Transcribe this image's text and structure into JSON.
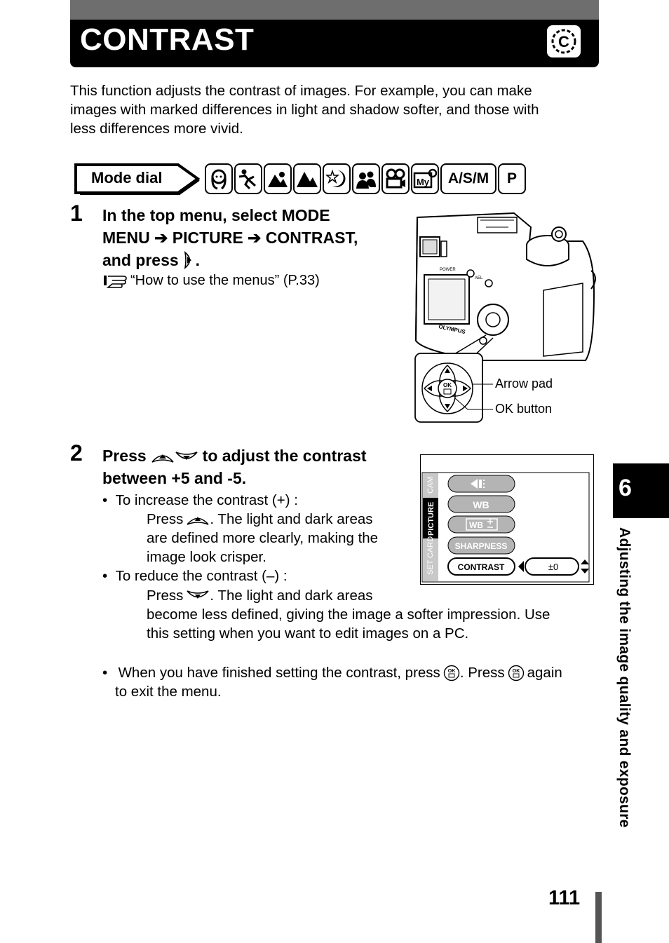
{
  "header": {
    "title": "CONTRAST"
  },
  "intro": {
    "lines": [
      "This function adjusts the contrast of images. For example, you can make",
      "images with marked differences in light and shadow softer, and those with",
      "less differences more vivid."
    ]
  },
  "mode_dial": {
    "label": "Mode dial",
    "icons": [
      "portrait-icon",
      "sports-icon",
      "landscape-portrait-icon",
      "landscape-icon",
      "night-scene-icon",
      "self-portrait-icon",
      "movie-icon",
      "my-mode-icon"
    ],
    "asm": "A/S/M",
    "p": "P"
  },
  "step1": {
    "number": "1",
    "line1": "In the top menu, select MODE",
    "line2": "MENU ➔ PICTURE ➔ CONTRAST,",
    "line3": "and press",
    "period": ".",
    "ref": "“How to use the menus” (P.33)"
  },
  "camera": {
    "brand": "OLYMPUS",
    "power": "POWER",
    "ael": "AEL",
    "ok": "OK",
    "arrow_pad": "Arrow pad",
    "ok_button": "OK button"
  },
  "step2": {
    "number": "2",
    "line1_pre": "Press",
    "line1_post": "to adjust the contrast",
    "line2": "between +5 and -5.",
    "increase_title": "To increase the contrast (+) :",
    "increase_l1_pre": "Press",
    "increase_l1_post": ". The light and dark areas",
    "increase_l2": "are defined more clearly, making the",
    "increase_l3": "image look crisper.",
    "reduce_title": "To reduce the contrast (–) :",
    "reduce_l1_pre": "Press",
    "reduce_l1_post": ". The light and dark areas",
    "reduce_l2": "become less defined, giving the image a softer impression. Use",
    "reduce_l3": "this setting when you want to edit images on a PC.",
    "finish_pre": "When you have finished setting the contrast, press",
    "finish_mid": ". Press",
    "finish_post": "again",
    "finish_l2": "to exit the menu."
  },
  "lcd": {
    "tabs": [
      "CAM",
      "PICTURE",
      "CARD",
      "SET"
    ],
    "items": [
      "WB",
      "SHARPNESS",
      "CONTRAST"
    ],
    "value": "±0"
  },
  "side": {
    "tab_number": "6",
    "chapter": "Adjusting the image quality and exposure"
  },
  "page": {
    "number": "111"
  }
}
